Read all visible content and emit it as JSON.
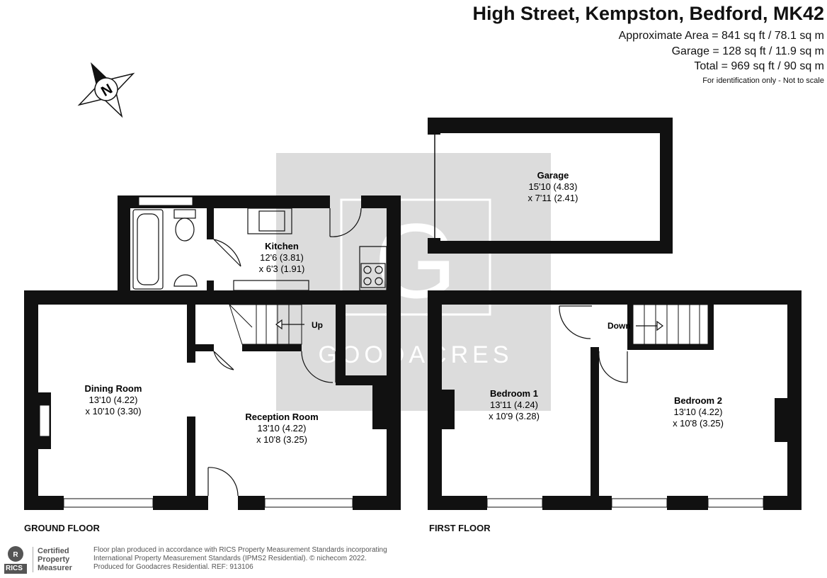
{
  "header": {
    "title": "High Street, Kempston, Bedford, MK42",
    "area_lines": [
      "Approximate Area = 841 sq ft / 78.1 sq m",
      "Garage = 128 sq ft / 11.9 sq m",
      "Total = 969 sq ft / 90 sq m"
    ],
    "note": "For identification only - Not to scale"
  },
  "compass": {
    "letter": "N"
  },
  "rooms": {
    "garage": {
      "name": "Garage",
      "dim1": "15'10 (4.83)",
      "dim2": "x 7'11 (2.41)"
    },
    "kitchen": {
      "name": "Kitchen",
      "dim1": "12'6 (3.81)",
      "dim2": "x 6'3 (1.91)"
    },
    "dining": {
      "name": "Dining Room",
      "dim1": "13'10 (4.22)",
      "dim2": "x 10'10 (3.30)"
    },
    "reception": {
      "name": "Reception Room",
      "dim1": "13'10 (4.22)",
      "dim2": "x 10'8 (3.25)"
    },
    "bedroom1": {
      "name": "Bedroom 1",
      "dim1": "13'11 (4.24)",
      "dim2": "x 10'9 (3.28)"
    },
    "bedroom2": {
      "name": "Bedroom 2",
      "dim1": "13'10 (4.22)",
      "dim2": "x 10'8 (3.25)"
    }
  },
  "stairs": {
    "up_label": "Up",
    "down_label": "Down"
  },
  "watermark": {
    "letter": "G",
    "word": "GOODACRES"
  },
  "floors": {
    "ground": "GROUND FLOOR",
    "first": "FIRST FLOOR"
  },
  "badge": {
    "mark": "RICS",
    "lines": [
      "Certified",
      "Property",
      "Measurer"
    ]
  },
  "footer": {
    "lines": [
      "Floor plan produced in accordance with RICS Property Measurement Standards incorporating",
      "International Property Measurement Standards (IPMS2 Residential).  © nichecom 2022.",
      "Produced for Goodacres Residential.   REF:  913106"
    ]
  },
  "colors": {
    "wall": "#111111",
    "watermark": "#d0d0d0",
    "text_grey": "#555555"
  }
}
